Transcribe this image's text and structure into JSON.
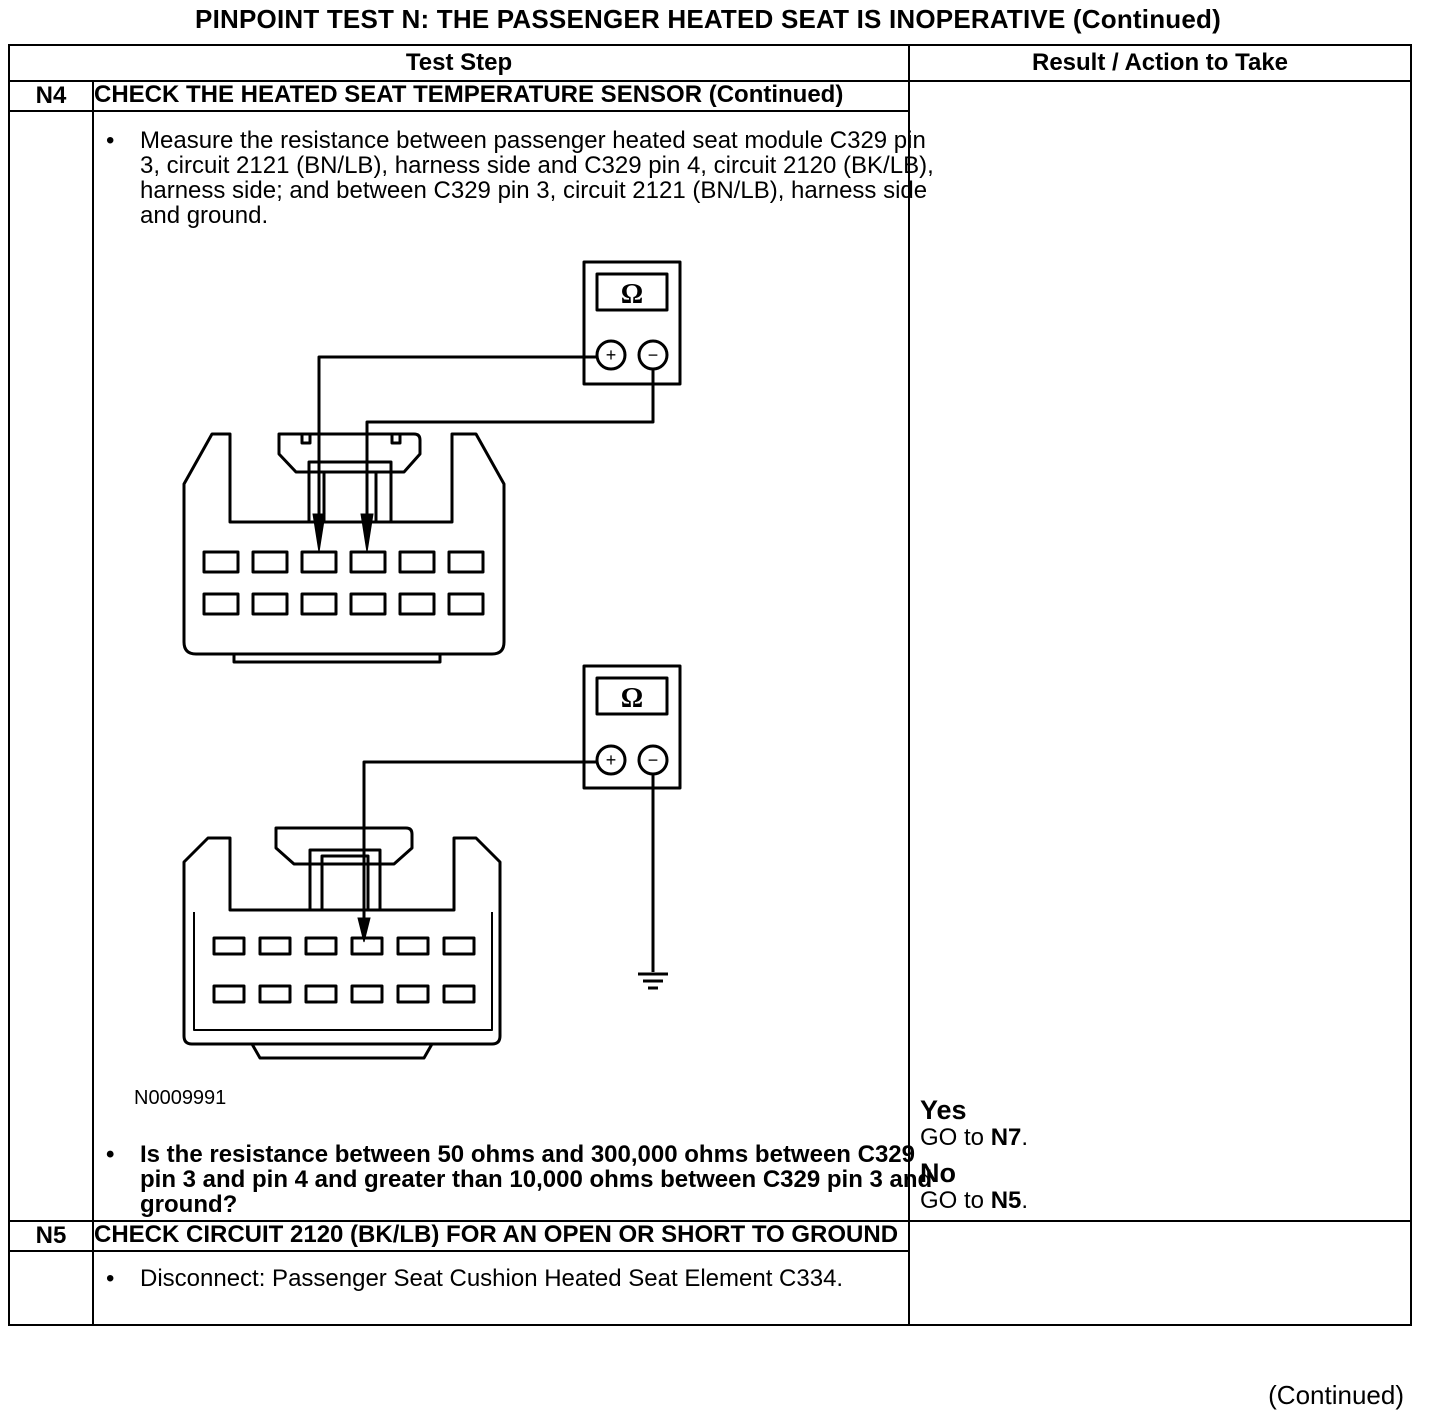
{
  "page": {
    "title": "PINPOINT TEST  N: THE PASSENGER HEATED SEAT IS INOPERATIVE (Continued)",
    "footer": "(Continued)"
  },
  "table": {
    "col_step": "Test Step",
    "col_result": "Result / Action to Take"
  },
  "n4": {
    "number": "N4",
    "title": "CHECK THE HEATED SEAT TEMPERATURE SENSOR (Continued)",
    "bullet1": "Measure the resistance between passenger heated seat module C329 pin 3, circuit 2121 (BN/LB), harness side and C329 pin 4, circuit 2120 (BK/LB), harness side; and between C329 pin 3, circuit 2121 (BN/LB), harness side and ground.",
    "figure_id": "N0009991",
    "meter_symbol": "Ω",
    "meter_plus": "+",
    "meter_minus": "−",
    "question": "Is the resistance between 50 ohms and 300,000 ohms between C329 pin 3 and pin 4 and greater than 10,000 ohms between C329 pin 3 and ground?",
    "yes_label": "Yes",
    "yes_go": "GO to",
    "yes_target": "N7",
    "no_label": "No",
    "no_go": "GO to",
    "no_target": "N5"
  },
  "n5": {
    "number": "N5",
    "title": "CHECK CIRCUIT 2120 (BK/LB) FOR AN OPEN OR SHORT TO GROUND",
    "bullet1": "Disconnect: Passenger Seat Cushion Heated Seat Element C334."
  }
}
